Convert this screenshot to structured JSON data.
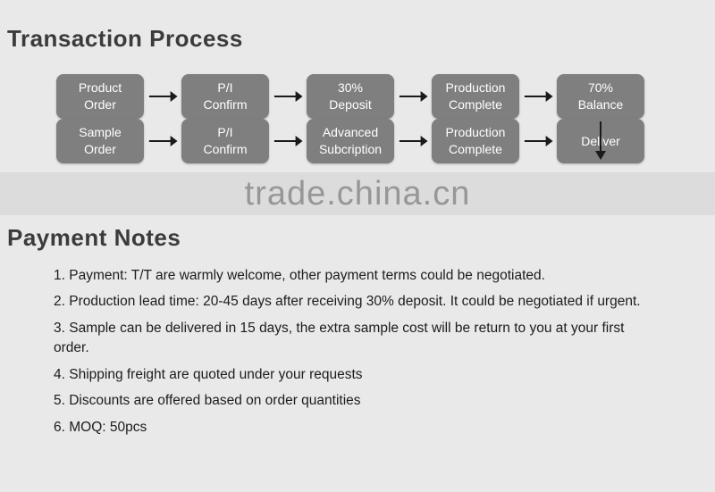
{
  "page": {
    "title": "Transaction Process",
    "watermark": "trade.china.cn"
  },
  "flowchart": {
    "row1": [
      {
        "label": "Product\nOrder"
      },
      {
        "label": "P/I\nConfirm"
      },
      {
        "label": "30%\nDeposit"
      },
      {
        "label": "Production\nComplete"
      },
      {
        "label": "70%\nBalance"
      }
    ],
    "row2": [
      {
        "label": "Sample\nOrder"
      },
      {
        "label": "P/I\nConfirm"
      },
      {
        "label": "Advanced\nSubcription"
      },
      {
        "label": "Production\nComplete"
      },
      {
        "label": "Deliver"
      }
    ]
  },
  "payment_notes": {
    "heading": "Payment Notes",
    "items": [
      "1. Payment: T/T are warmly welcome, other payment terms could be negotiated.",
      "2. Production lead time: 20-45 days after receiving 30% deposit. It could be negotiated if urgent.",
      "3. Sample can be delivered in 15 days, the extra sample cost will be return to you at your first order.",
      "4. Shipping freight are quoted under your requests",
      "5. Discounts are offered based on order quantities",
      "6. MOQ: 50pcs"
    ]
  },
  "colors": {
    "background": "#e9e9e9",
    "box_fill": "#7f7f7f",
    "box_text": "#ffffff",
    "arrow": "#1a1a1a",
    "watermark_band": "#dcdcdc",
    "watermark_text": "#979797",
    "heading_text": "#3b3b3b",
    "body_text": "#1c1c1c"
  }
}
